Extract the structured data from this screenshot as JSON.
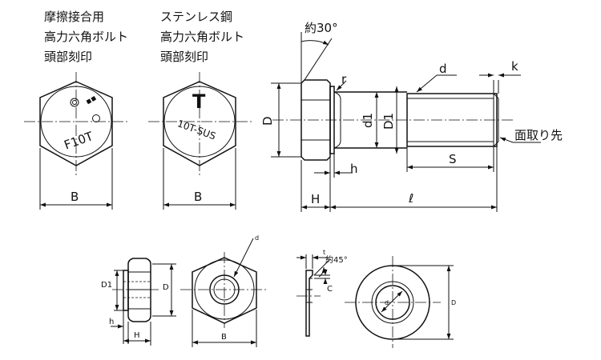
{
  "headings": {
    "hts_bolt": [
      "摩擦接合用",
      "高力六角ボルト",
      "頭部刻印"
    ],
    "sus_bolt": [
      "ステンレス鋼",
      "高力六角ボルト",
      "頭部刻印"
    ]
  },
  "head_marks": {
    "hts": "F10T",
    "sus_letter": "T",
    "sus_text": "10T-SUS"
  },
  "bolt_dims": {
    "angle": "約30°",
    "r": "r",
    "d": "d",
    "k": "k",
    "D": "D",
    "d1": "d1",
    "D1": "D1",
    "chamfer": "面取り先",
    "h": "h",
    "S": "S",
    "H": "H",
    "l": "ℓ",
    "B1": "B",
    "B2": "B"
  },
  "nut_dims": {
    "D1": "D1",
    "D": "D",
    "h": "h",
    "H": "H",
    "d": "d",
    "B": "B"
  },
  "washer_dims": {
    "t": "t",
    "angle": "約45°",
    "C": "C",
    "d": "d",
    "D": "D"
  }
}
